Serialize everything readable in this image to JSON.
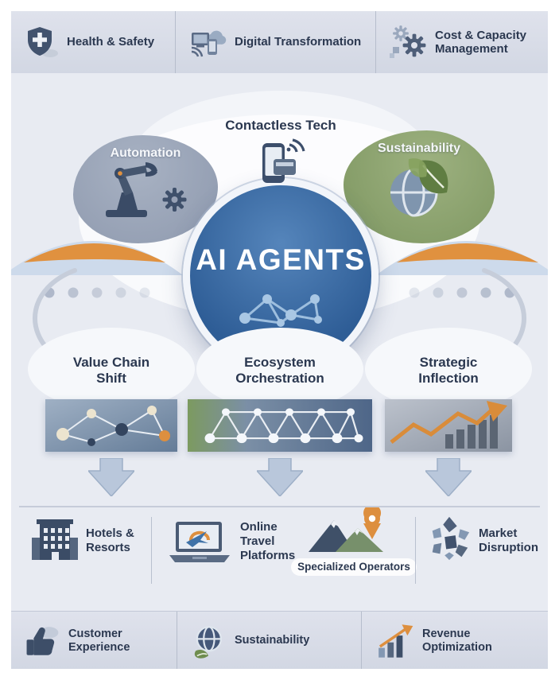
{
  "colors": {
    "background": "#e8ebf2",
    "bar_background": "#d8dce6",
    "navy_text": "#2b3850",
    "circle_blue": "#2e5d96",
    "accent_orange": "#e0913f",
    "accent_green": "#8ea873",
    "arrow_gray_blue": "#b9c7db"
  },
  "top_bar": {
    "items": [
      {
        "label": "Health & Safety",
        "icon": "shield-cross-icon"
      },
      {
        "label": "Digital Transformation",
        "icon": "devices-cloud-icon"
      },
      {
        "label": "Cost & Capacity Management",
        "icon": "gears-icon"
      }
    ]
  },
  "hub": {
    "title": "AI AGENTS",
    "title_icon": "network-molecule-icon",
    "satellites": [
      {
        "label": "Contactless Tech",
        "icon": "contactless-phone-icon",
        "position": "top"
      },
      {
        "label": "Automation",
        "icon": "robot-arm-icon",
        "position": "left"
      },
      {
        "label": "Sustainability",
        "icon": "globe-leaf-icon",
        "position": "right"
      }
    ]
  },
  "pillars": [
    {
      "label": "Value Chain Shift",
      "image": "network-nodes-panel"
    },
    {
      "label": "Ecosystem Orchestration",
      "image": "network-lattice-panel"
    },
    {
      "label": "Strategic Inflection",
      "image": "growth-chart-panel"
    }
  ],
  "segments": [
    {
      "label": "Hotels & Resorts",
      "icon": "hotel-building-icon"
    },
    {
      "label": "Online Travel Platforms",
      "icon": "laptop-plane-icon"
    },
    {
      "label": "Specialized Operators",
      "icon": "mountains-pin-icon"
    },
    {
      "label": "Market Disruption",
      "icon": "shattered-shards-icon"
    }
  ],
  "bottom_bar": {
    "items": [
      {
        "label": "Customer Experience",
        "icon": "thumbs-up-icon"
      },
      {
        "label": "Sustainability",
        "icon": "globe-leaf-icon"
      },
      {
        "label": "Revenue Optimization",
        "icon": "rising-bars-icon"
      }
    ]
  }
}
